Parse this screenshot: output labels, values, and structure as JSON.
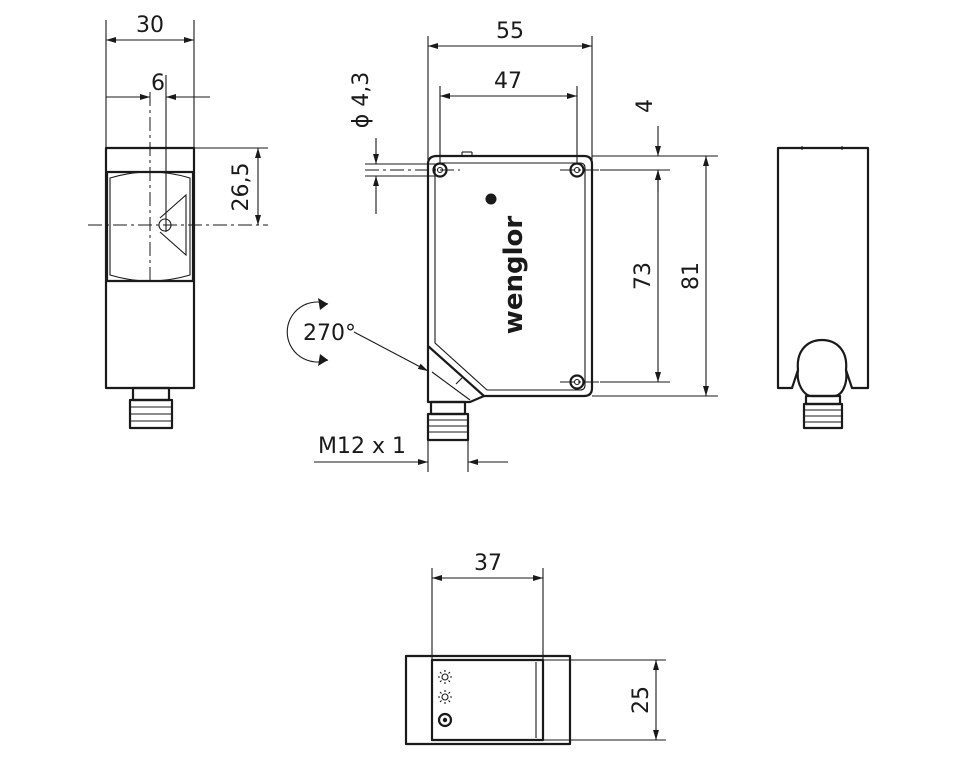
{
  "dimensions": {
    "width_30": "30",
    "hole_offset_6": "6",
    "height_26_5": "26,5",
    "width_55": "55",
    "hole_spacing_47": "47",
    "hole_dia": "ϕ 4,3",
    "offset_4": "4",
    "hole_spacing_73": "73",
    "height_81": "81",
    "rotation": "270°",
    "connector": "M12 x 1",
    "width_37": "37",
    "height_25": "25"
  },
  "brand": {
    "name": "wenglor"
  }
}
